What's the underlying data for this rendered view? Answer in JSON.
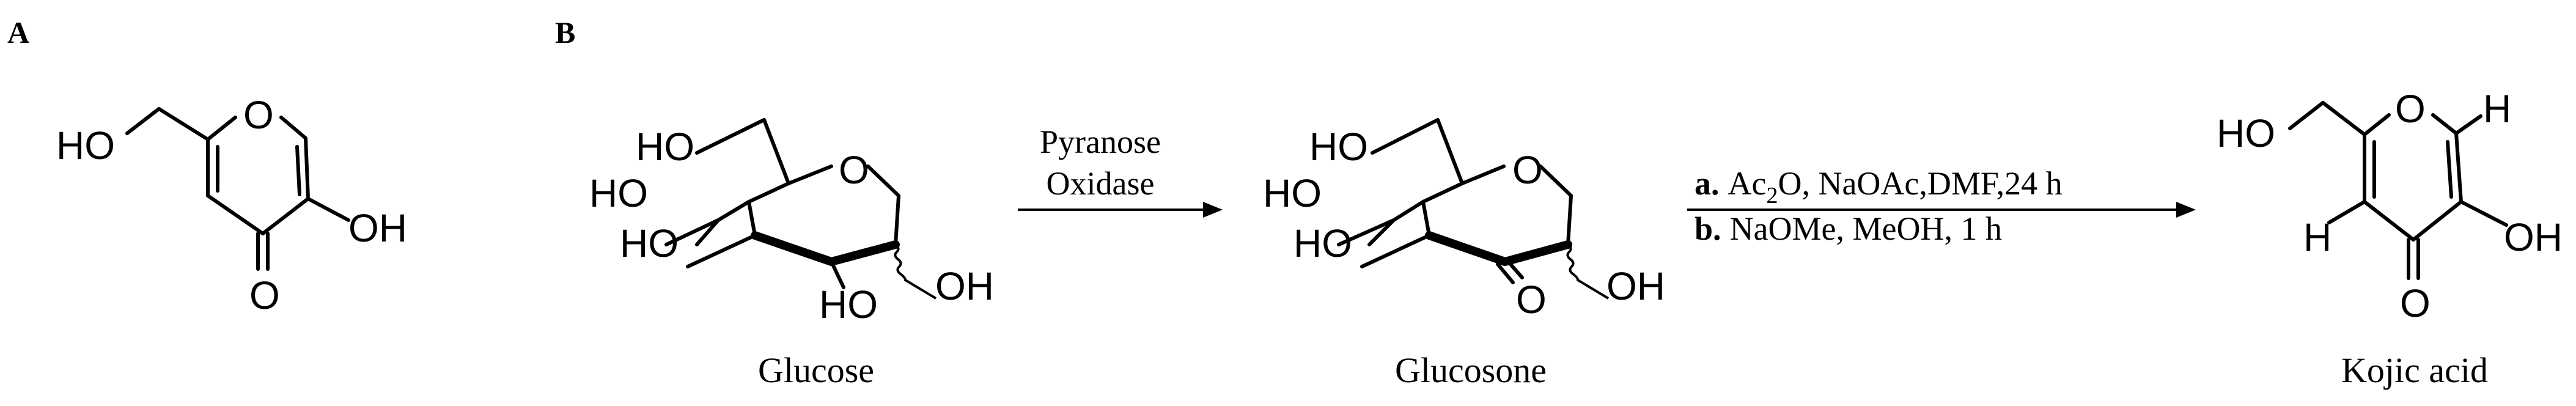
{
  "panels": {
    "a_label": "A",
    "b_label": "B"
  },
  "molecules": {
    "kojic_a": {
      "ho": "HO",
      "o_ring": "O",
      "oh": "OH",
      "o_keto": "O"
    },
    "glucose": {
      "ho_top": "HO",
      "ho_mid": "HO",
      "ho_left": "HO",
      "o_ring": "O",
      "ho_bottom": "HO",
      "oh": "OH",
      "caption": "Glucose"
    },
    "glucosone": {
      "ho_top": "HO",
      "ho_mid": "HO",
      "ho_left": "HO",
      "o_ring": "O",
      "o_keto": "O",
      "oh": "OH",
      "caption": "Glucosone"
    },
    "kojic_b": {
      "ho": "HO",
      "o_ring": "O",
      "h_top": "H",
      "h_left": "H",
      "oh": "OH",
      "o_keto": "O",
      "caption": "Kojic acid"
    }
  },
  "reactions": {
    "step1": {
      "line1": "Pyranose",
      "line2": "Oxidase"
    },
    "step2": {
      "a_label": "a.",
      "a_text_pre": "Ac",
      "a_sub": "2",
      "a_text_post": "O, NaOAc,DMF,24 h",
      "b_label": "b.",
      "b_text": "NaOMe, MeOH, 1 h"
    }
  }
}
